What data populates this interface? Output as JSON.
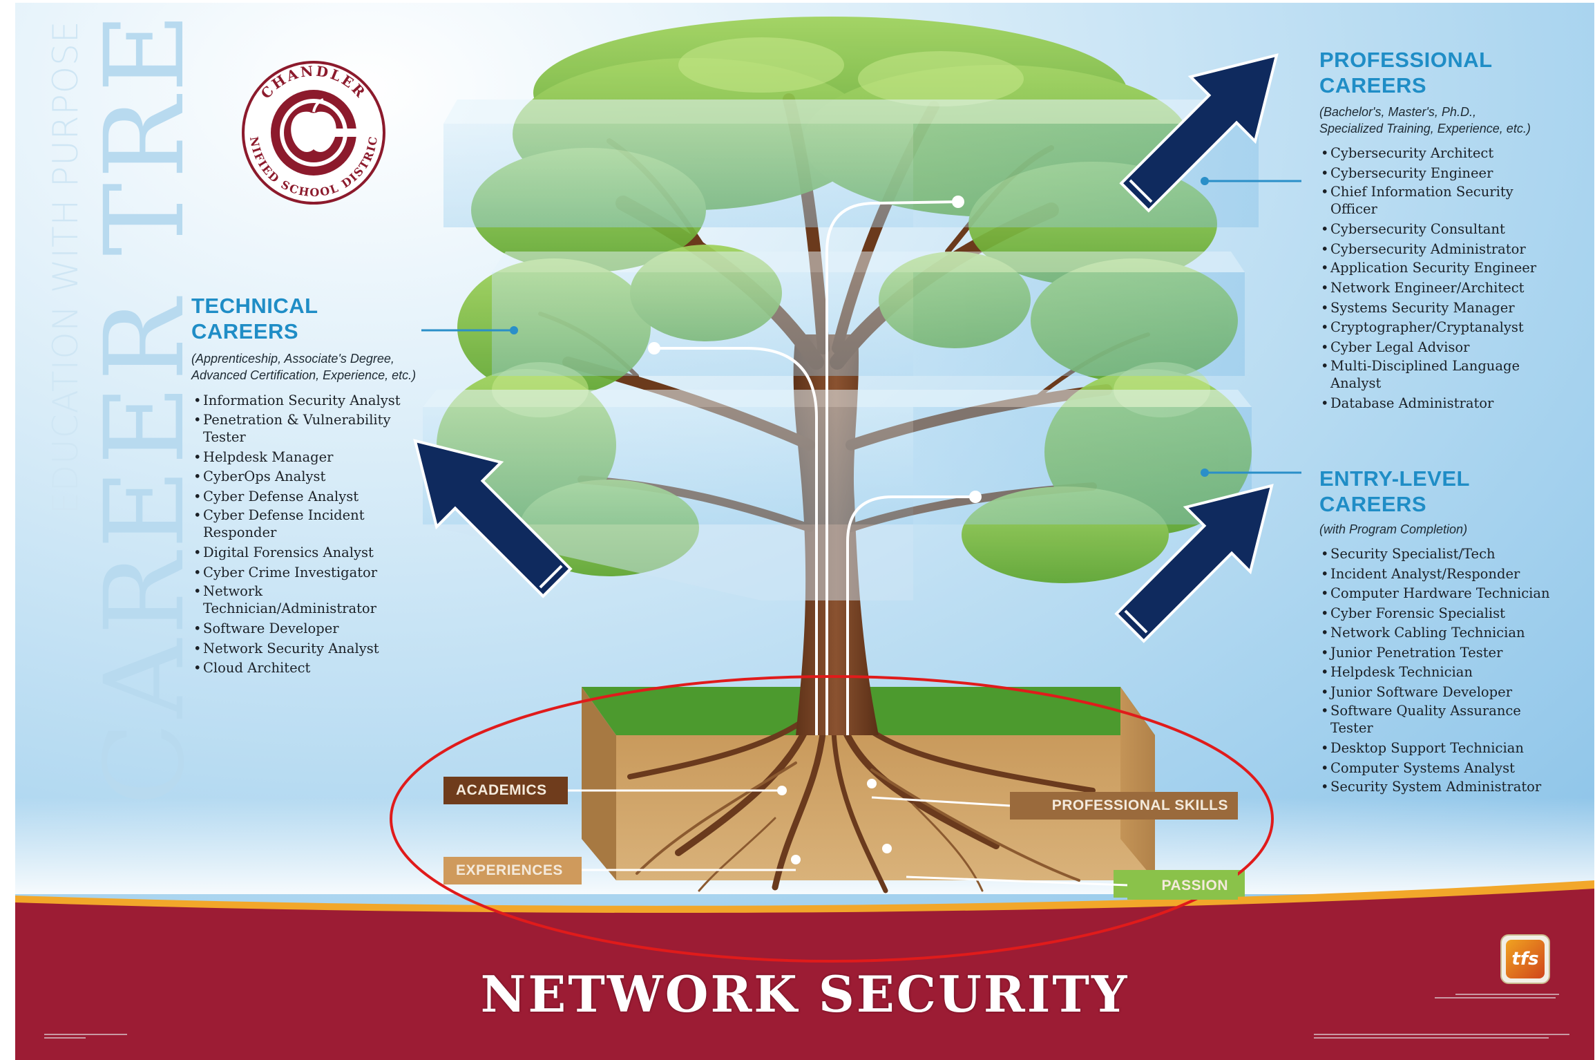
{
  "title": {
    "subtitle": "EDUCATION WITH PURPOSE",
    "main": "CAREER TREE"
  },
  "logo": {
    "top_text": "CHANDLER",
    "ring_text": "UNIFIED SCHOOL DISTRICT"
  },
  "professional": {
    "heading_line1": "PROFESSIONAL",
    "heading_line2": "CAREERS",
    "qual_line1": "(Bachelor's, Master's, Ph.D.,",
    "qual_line2": "Specialized Training, Experience, etc.)",
    "jobs": [
      "Cybersecurity Architect",
      "Cybersecurity Engineer",
      "Chief Information Security Officer",
      "Cybersecurity Consultant",
      "Cybersecurity Administrator",
      "Application Security Engineer",
      "Network Engineer/Architect",
      "Systems Security Manager",
      "Cryptographer/Cryptanalyst",
      "Cyber Legal Advisor",
      "Multi-Disciplined Language Analyst",
      "Database Administrator"
    ]
  },
  "technical": {
    "heading_line1": "TECHNICAL",
    "heading_line2": "CAREERS",
    "qual_line1": "(Apprenticeship, Associate's Degree,",
    "qual_line2": "Advanced Certification, Experience, etc.)",
    "jobs": [
      "Information Security Analyst",
      "Penetration & Vulnerability Tester",
      "Helpdesk Manager",
      "CyberOps Analyst",
      "Cyber Defense Analyst",
      "Cyber Defense Incident Responder",
      "Digital Forensics Analyst",
      "Cyber Crime Investigator",
      "Network Technician/Administrator",
      "Software Developer",
      "Network Security Analyst",
      "Cloud Architect"
    ]
  },
  "entry": {
    "heading_line1": "ENTRY-LEVEL",
    "heading_line2": "CAREERS",
    "qual_line1": "(with Program Completion)",
    "jobs": [
      "Security Specialist/Tech",
      "Incident Analyst/Responder",
      "Computer Hardware Technician",
      "Cyber Forensic Specialist",
      "Network Cabling Technician",
      "Junior Penetration Tester",
      "Helpdesk Technician",
      "Junior Software Developer",
      "Software Quality Assurance Tester",
      "Desktop Support Technician",
      "Computer Systems Analyst",
      "Security System Administrator"
    ]
  },
  "roots": {
    "academics": "ACADEMICS",
    "professional_skills": "PROFESSIONAL SKILLS",
    "experiences": "EXPERIENCES",
    "passion": "PASSION"
  },
  "banner": {
    "title": "NETWORK SECURITY"
  },
  "tfs": {
    "logo_text": "tfs"
  },
  "colors": {
    "banner": "#9c1c34",
    "arrow": "#0f2a5e",
    "heading": "#1f8dc6",
    "highlight_ellipse": "#e01b1b"
  }
}
